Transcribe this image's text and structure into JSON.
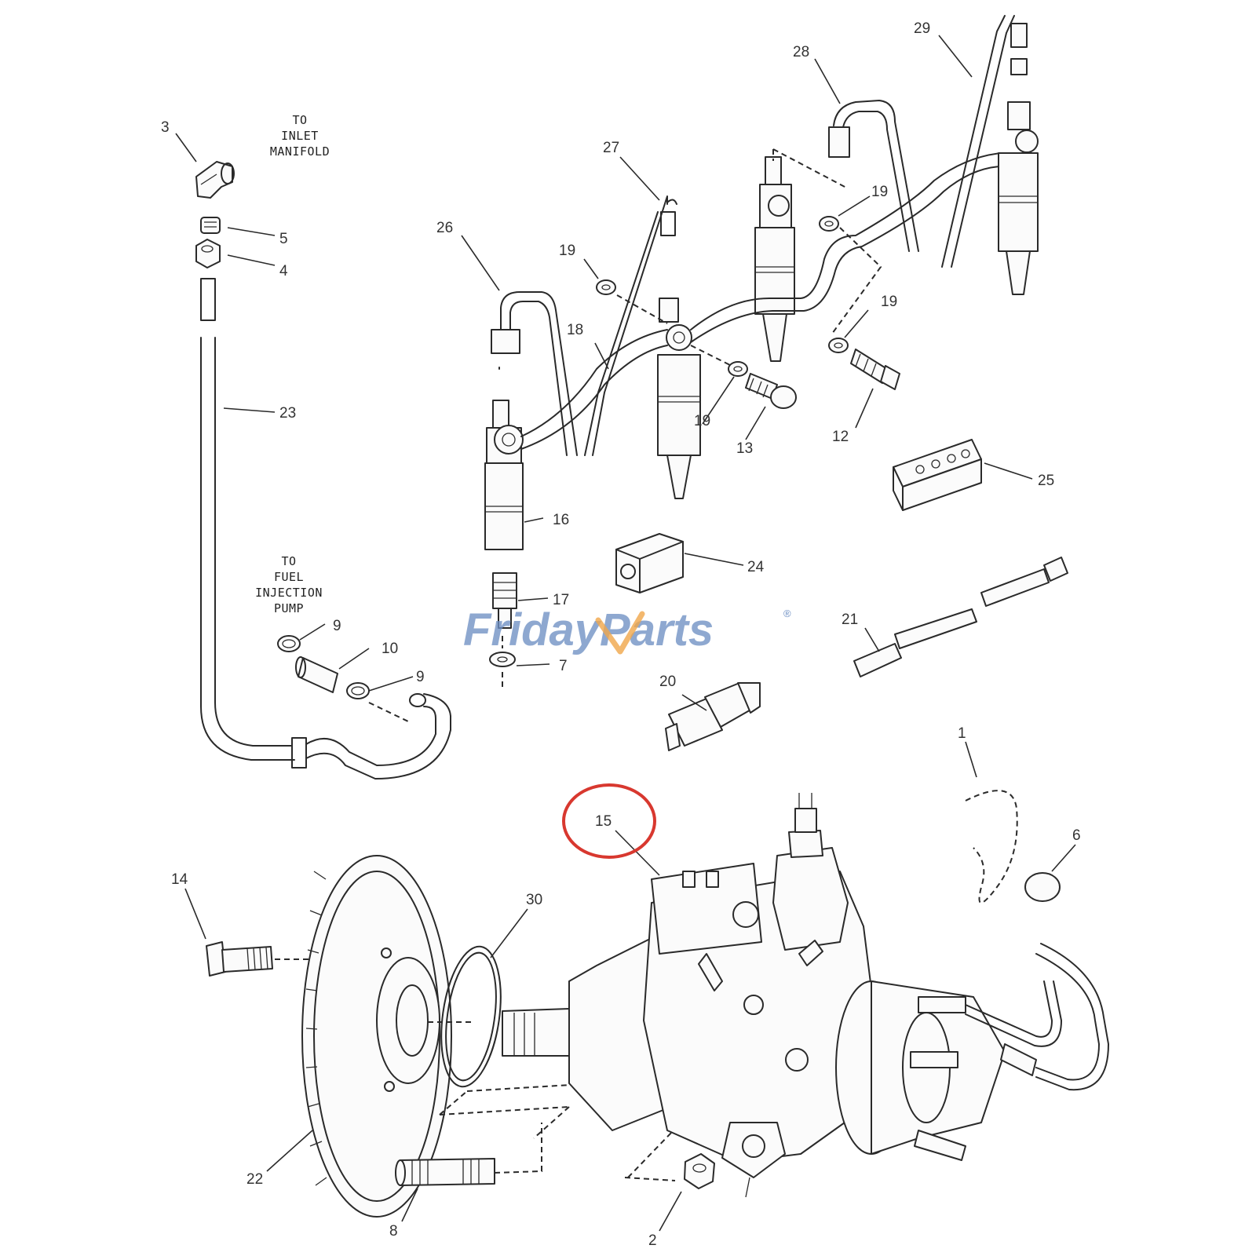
{
  "notes": {
    "inlet": [
      "TO",
      "INLET",
      "MANIFOLD"
    ],
    "pump": [
      "TO",
      "FUEL",
      "INJECTION",
      "PUMP"
    ]
  },
  "callouts": {
    "c1": "1",
    "c2": "2",
    "c3": "3",
    "c4": "4",
    "c5": "5",
    "c6": "6",
    "c7": "7",
    "c8": "8",
    "c9a": "9",
    "c9b": "9",
    "c10": "10",
    "c12": "12",
    "c13": "13",
    "c14": "14",
    "c15": "15",
    "c16": "16",
    "c17": "17",
    "c18": "18",
    "c19a": "19",
    "c19b": "19",
    "c19c": "19",
    "c19d": "19",
    "c20": "20",
    "c21": "21",
    "c22": "22",
    "c23": "23",
    "c24": "24",
    "c25": "25",
    "c26": "26",
    "c27": "27",
    "c28": "28",
    "c29": "29",
    "c30": "30"
  },
  "watermark": {
    "brand": "FridayParts",
    "mark": "®",
    "color": "#6f90c4",
    "accent": "#f0a64a"
  },
  "highlight": {
    "target": "15",
    "color": "#d8382f"
  }
}
